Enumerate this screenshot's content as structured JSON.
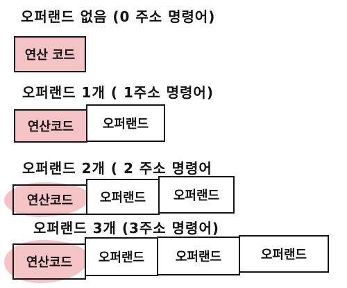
{
  "rows": [
    {
      "heading": "오퍼랜드 없음 (0 주소 명령어)",
      "cells": [
        "연산 코드"
      ]
    },
    {
      "heading": "오퍼랜드  1개 ( 1주소 명령어)",
      "cells": [
        "연산코드",
        "오퍼랜드"
      ]
    },
    {
      "heading": "오퍼랜드  2개 ( 2 주소 명령어",
      "cells": [
        "연산코드",
        "오퍼랜드",
        "오퍼랜드"
      ]
    },
    {
      "heading": "오퍼랜드  3개 (3주소 명령어)",
      "cells": [
        "연산코드",
        "오퍼랜드",
        "오퍼랜드",
        "오퍼랜드"
      ]
    }
  ],
  "colors": {
    "opcode_fill": "#f3c3c6",
    "ink": "#141414"
  }
}
